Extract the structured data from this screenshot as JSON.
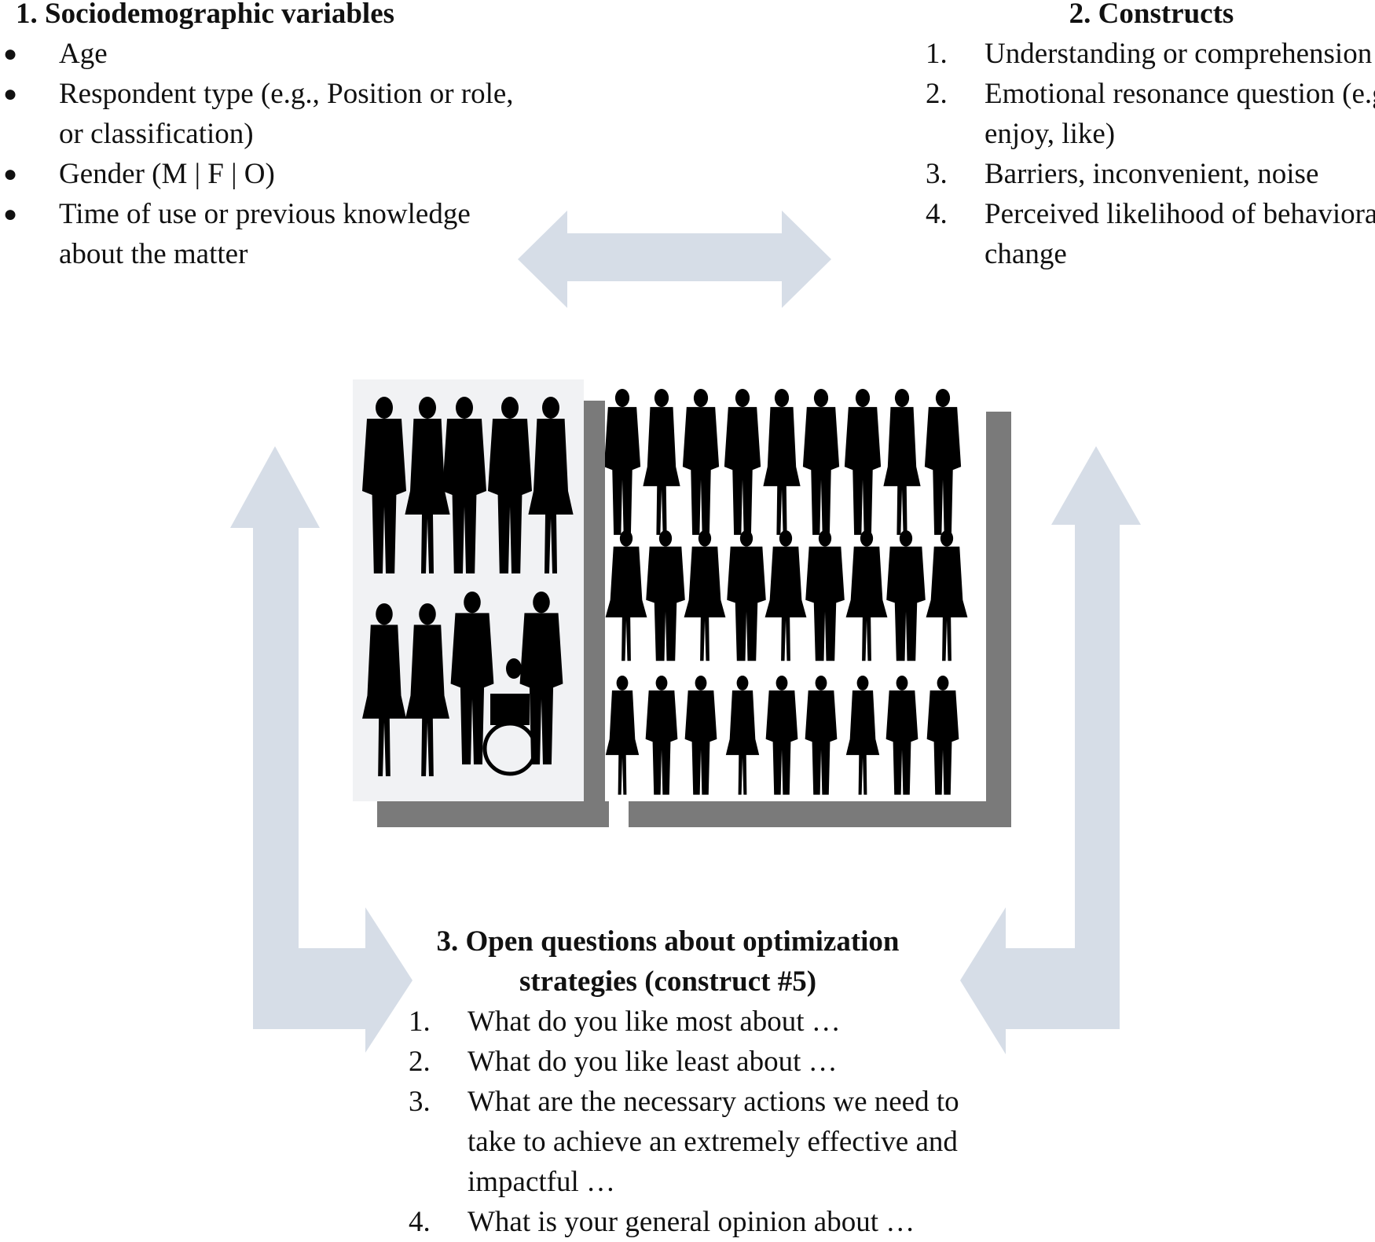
{
  "section1": {
    "title": "1. Sociodemographic variables",
    "items": [
      "Age",
      "Respondent type (e.g., Position or role, or classification)",
      "Gender (M | F | O)",
      "Time of use or previous knowledge about the matter"
    ]
  },
  "section2": {
    "title": "2. Constructs",
    "items": [
      {
        "num": "1.",
        "text": "Understanding or comprehension"
      },
      {
        "num": "2.",
        "text": "Emotional resonance question (e.g., enjoy, like)"
      },
      {
        "num": "3.",
        "text": "Barriers, inconvenient, noise"
      },
      {
        "num": "4.",
        "text": "Perceived likelihood of behavioral change"
      }
    ]
  },
  "section3": {
    "title_line1": "3. Open questions about optimization",
    "title_line2": "strategies (construct #5)",
    "items": [
      {
        "num": "1.",
        "text": "What do you like most about …"
      },
      {
        "num": "2.",
        "text": "What do you like least about …"
      },
      {
        "num": "3.",
        "text": "What are the necessary actions we need to take to achieve an extremely effective and impactful …"
      },
      {
        "num": "4.",
        "text": "What is your general opinion about …"
      }
    ]
  },
  "colors": {
    "arrow": "#d6dde7",
    "shadow": "#7a7a7a",
    "panel_left_bg": "#f1f2f4",
    "silhouette": "#000000"
  }
}
